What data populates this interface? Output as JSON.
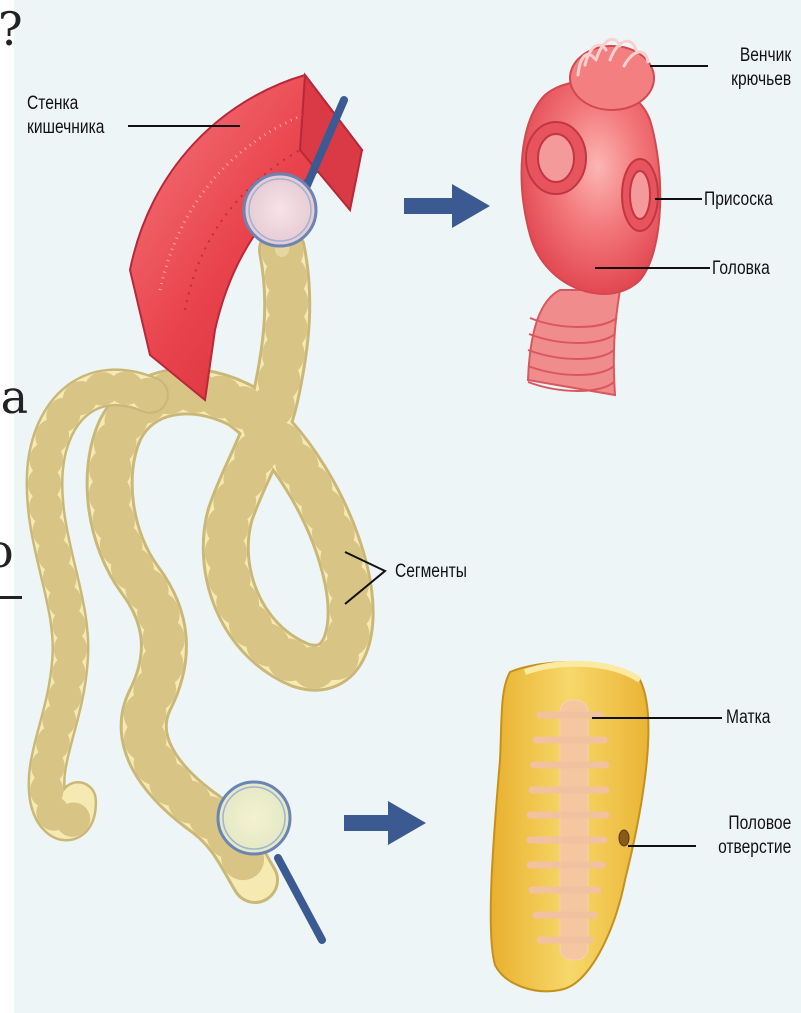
{
  "labels": {
    "intestine_wall": "Стенка\nкишечника",
    "hook_crown": "Венчик\nкрючьев",
    "sucker": "Присоска",
    "head": "Головка",
    "segments": "Сегменты",
    "uterus": "Матка",
    "genital_opening": "Половое\nотверстие"
  },
  "slide_fragments": {
    "top": "?",
    "middle": "на",
    "lower": "о"
  },
  "colors": {
    "background": "#eef5f7",
    "arrow": "#3c5a92",
    "tissue": "#e8454f",
    "scolex": "#f06a6e",
    "worm": "#f4e6a6",
    "proglottid": "#f3c94c"
  }
}
